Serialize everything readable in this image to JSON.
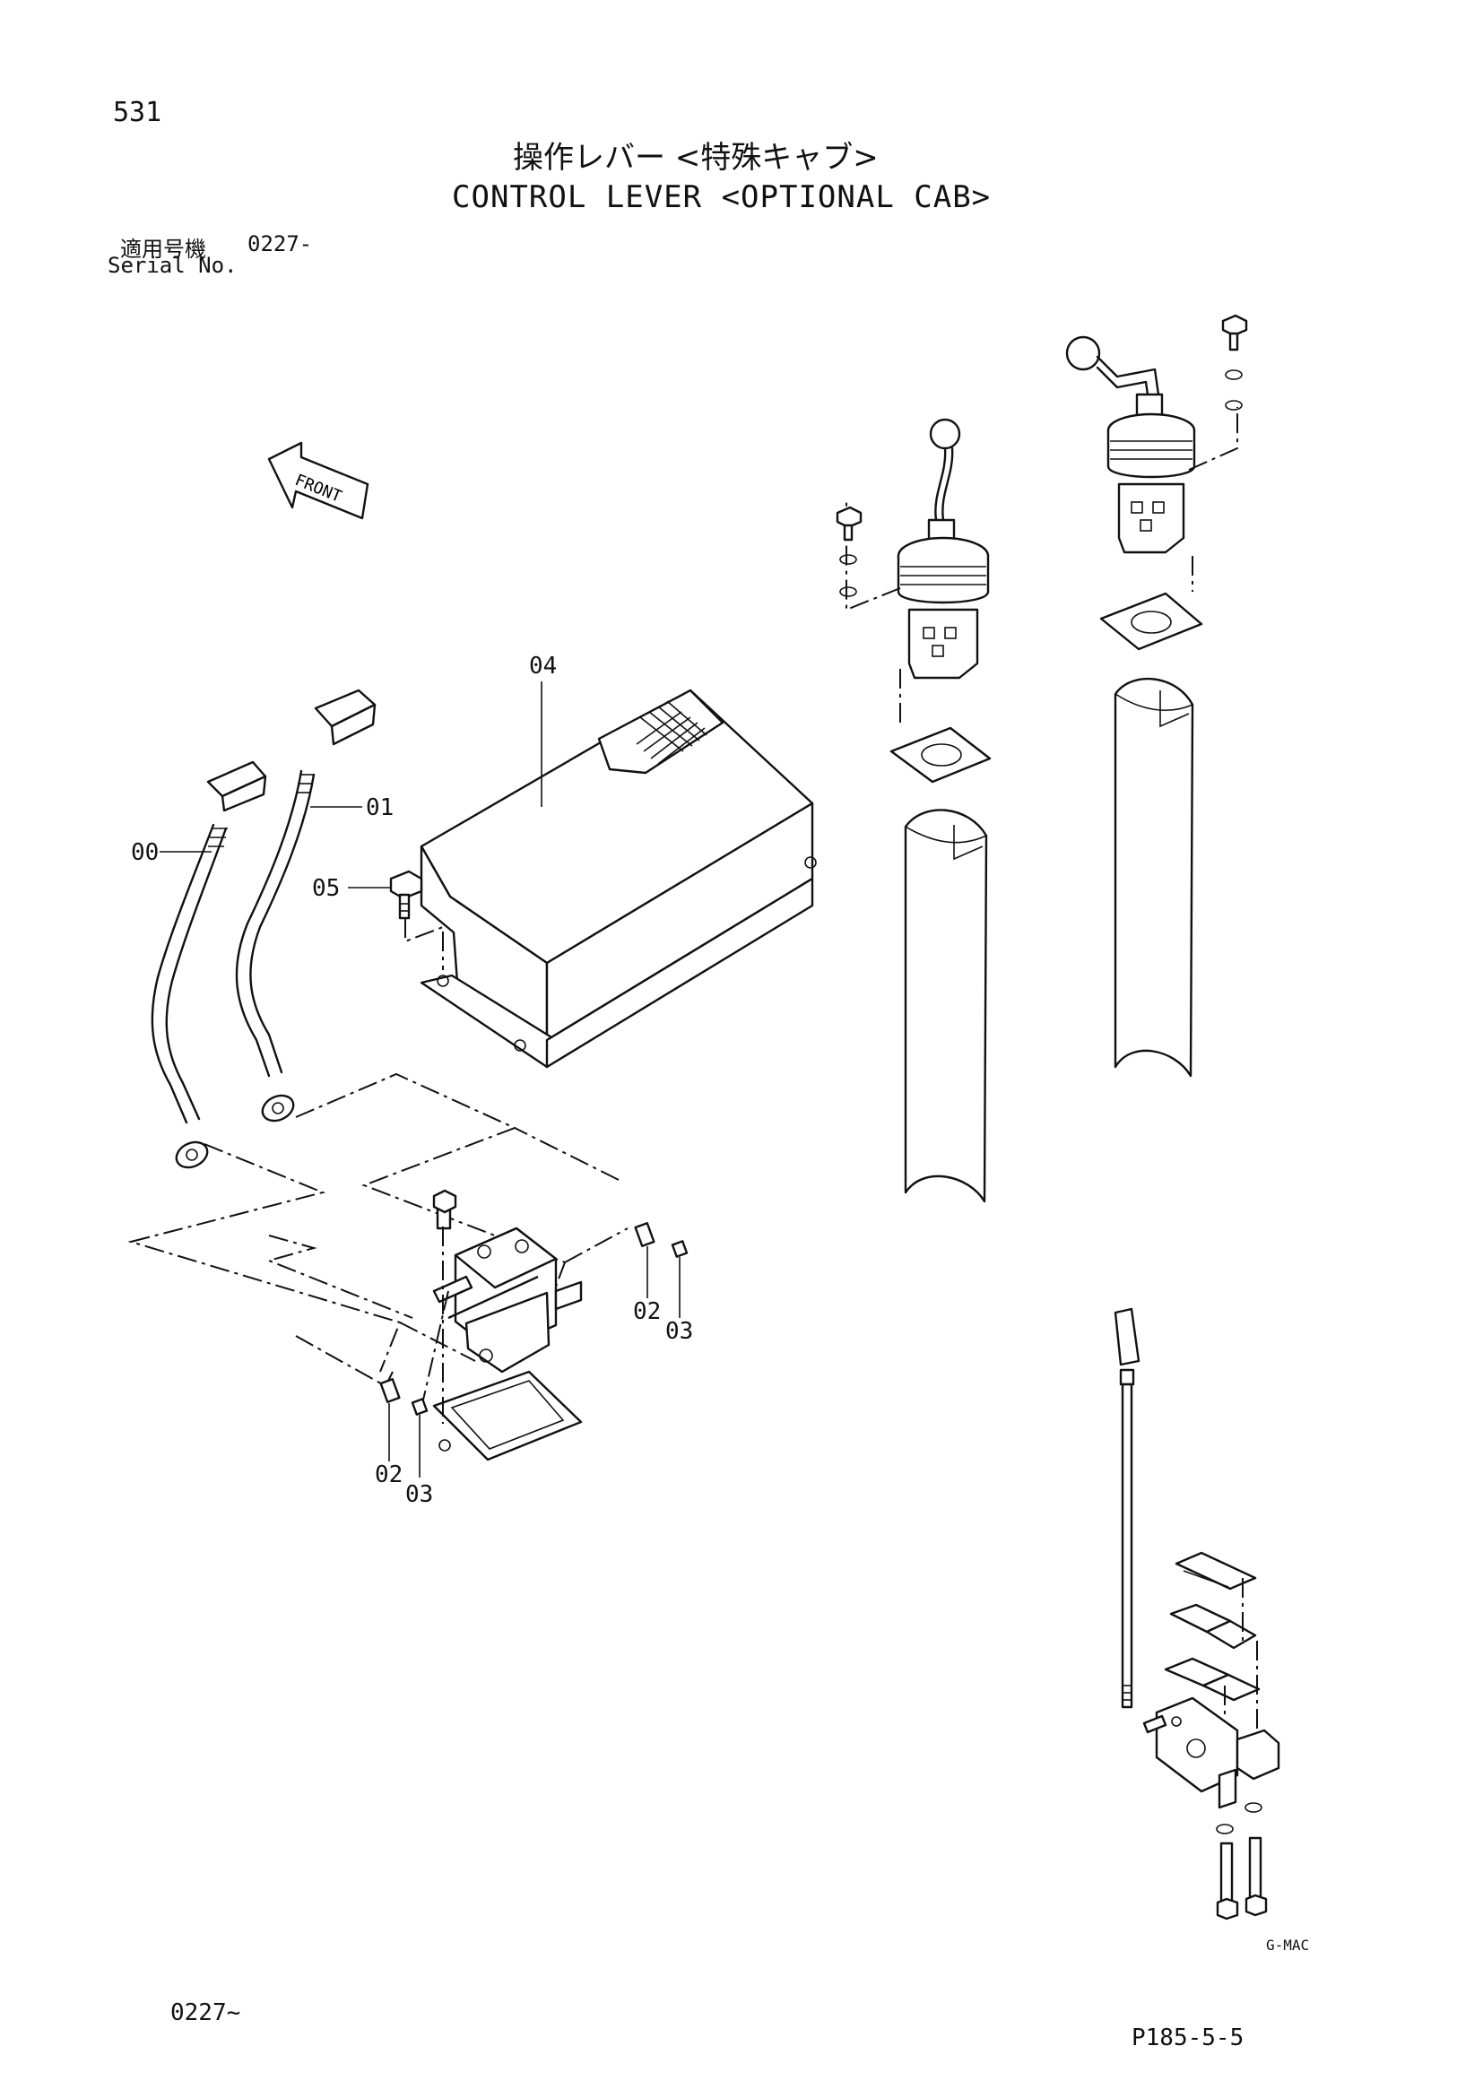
{
  "page_number": "531",
  "title_jp": "操作レバー <特殊キャブ>",
  "title_en": "CONTROL LEVER <OPTIONAL CAB>",
  "serial": {
    "label_jp": "適用号機",
    "value": "0227-",
    "label_en": "Serial No."
  },
  "direction_label": "FRONT",
  "callouts": {
    "c00": "00",
    "c01": "01",
    "c02a": "02",
    "c03a": "03",
    "c02b": "02",
    "c03b": "03",
    "c04": "04",
    "c05": "05"
  },
  "footer": {
    "left": "0227~",
    "right": "P185-5-5",
    "small_mark": "G-MAC"
  }
}
